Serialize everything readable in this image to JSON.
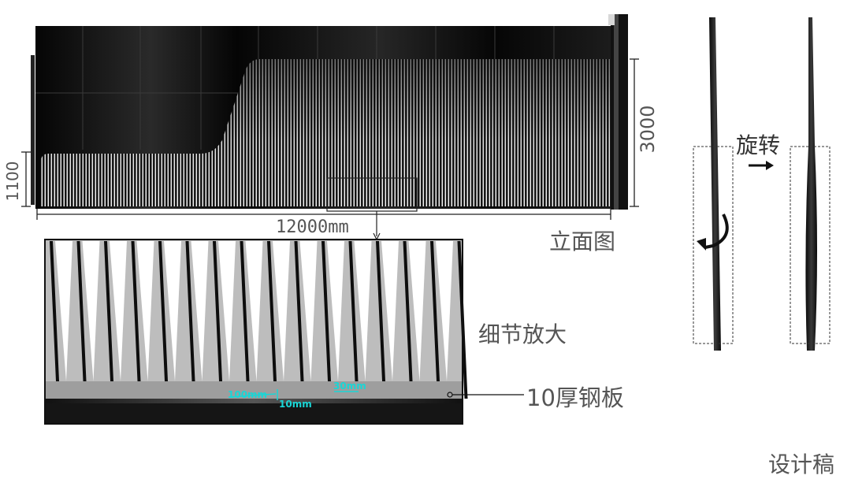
{
  "elevation": {
    "dim_height_left": "1100",
    "dim_height_right": "3000",
    "dim_length": "12000mm",
    "caption": "立面图"
  },
  "detail": {
    "caption": "细节放大",
    "dim_a": "100mm",
    "dim_b": "10mm",
    "dim_c": "30mm",
    "steel_plate_label": "10厚钢板"
  },
  "rotation": {
    "label": "旋转"
  },
  "footer": {
    "label": "设计稿"
  },
  "colors": {
    "accent_dimension": "#19d6d6",
    "fin_black": "#111111",
    "label_gray": "#555555"
  }
}
